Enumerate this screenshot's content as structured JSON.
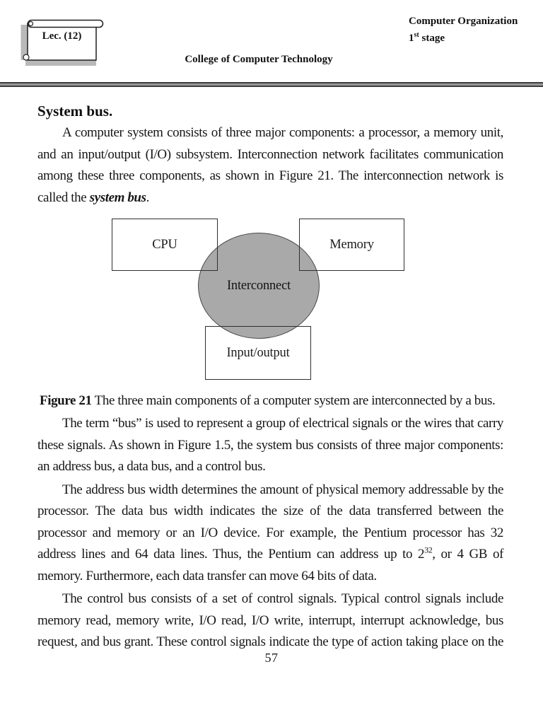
{
  "header": {
    "lecture_badge": "Lec. (12)",
    "course_title": "Computer Organization",
    "stage_number": "1",
    "stage_suffix": "st",
    "stage_rest": " stage",
    "college": "College of Computer Technology"
  },
  "article": {
    "heading": "System bus.",
    "para1": {
      "text": "A computer system consists of three major components: a processor, a memory unit, and an input/output (I/O) subsystem. Interconnection network facilitates communication among these three components, as shown in Figure 21. The interconnection network is called the ",
      "emphasis": "system bus",
      "tail": "."
    },
    "figure": {
      "cpu_label": "CPU",
      "memory_label": "Memory",
      "interconnect_label": "Interconnect",
      "io_label": "Input/output",
      "ellipse_fill": "#a9a9a9",
      "caption_label": "Figure 21",
      "caption_text": " The three main components of a computer system are interconnected by a bus."
    },
    "para2": "The term “bus” is used to represent a group of electrical signals or the wires that carry these signals. As shown in Figure 1.5, the system bus consists of three major components: an address bus, a data bus, and a control bus.",
    "para3": {
      "before_sup": "The address bus width determines the amount of physical memory addressable by the processor. The data bus width indicates the size of the data transferred between the processor and memory or an I/O device. For example, the Pentium processor has 32 address lines and 64 data lines. Thus, the Pentium can address up to 2",
      "sup": "32",
      "after_sup": ", or 4 GB of memory. Furthermore, each data transfer can move 64 bits of data."
    },
    "para4": "The control bus consists of a set of control signals. Typical control signals include memory read, memory write, I/O read, I/O write, interrupt, interrupt acknowledge, bus request, and bus grant. These control signals indicate the type of action taking place on the",
    "page_number": "57"
  }
}
